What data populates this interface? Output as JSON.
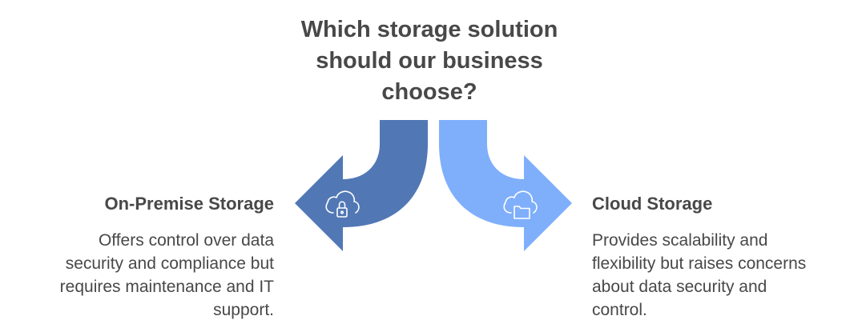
{
  "title_lines": [
    "Which storage solution",
    "should our business",
    "choose?"
  ],
  "options": [
    {
      "heading": "On-Premise Storage",
      "description_lines": [
        "Offers control over data",
        "security and compliance but",
        "requires maintenance and IT",
        "support."
      ],
      "icon": "cloud-lock-icon",
      "color": "#5178B5"
    },
    {
      "heading": "Cloud Storage",
      "description_lines": [
        "Provides scalability and",
        "flexibility but raises concerns",
        "about data security and",
        "control."
      ],
      "icon": "cloud-folder-icon",
      "color": "#7FAFFB"
    }
  ],
  "colors": {
    "text": "#484848",
    "icon_stroke": "#ffffff",
    "background": "#ffffff"
  }
}
